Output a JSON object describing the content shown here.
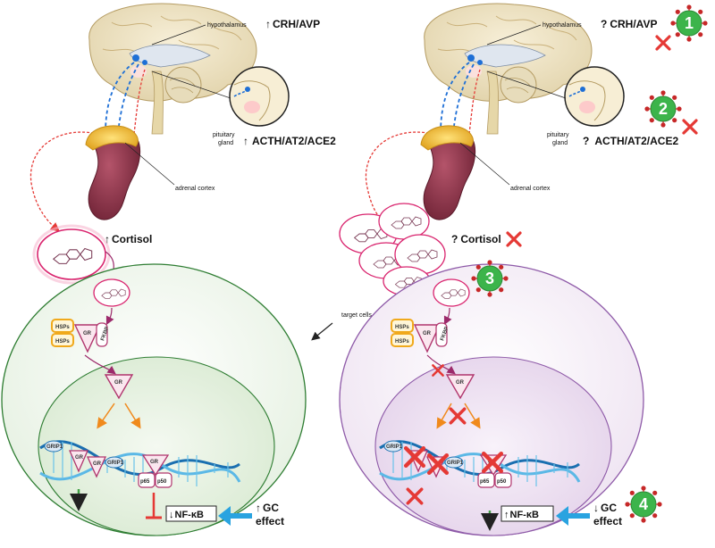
{
  "left_panel": {
    "hypothalamus": "hypothalamus",
    "crh_prefix": "↑",
    "crh": "CRH/AVP",
    "pituitary": "pituitary",
    "gland": "gland",
    "acth_prefix": "↑",
    "acth": "ACTH/AT2/ACE2",
    "adrenal": "adrenal cortex",
    "cortisol_prefix": "↑",
    "cortisol": "Cortisol",
    "nfkb_prefix": "↓",
    "nfkb": "NF-κB",
    "gc_prefix": "↑",
    "gc_line1": "GC",
    "gc_line2": "effect"
  },
  "right_panel": {
    "hypothalamus": "hypothalamus",
    "crh_prefix": "?",
    "crh": "CRH/AVP",
    "pituitary": "pituitary",
    "gland": "gland",
    "acth_prefix": "?",
    "acth": "ACTH/AT2/ACE2",
    "adrenal": "adrenal cortex",
    "cortisol_prefix": "?",
    "cortisol": "Cortisol",
    "nfkb_prefix": "↑",
    "nfkb": "NF-κB",
    "gc_prefix": "↓",
    "gc_line1": "GC",
    "gc_line2": "effect"
  },
  "center": {
    "target_cells": "target cells"
  },
  "molecules": {
    "hsps": "HSPs",
    "gr": "GR",
    "fkbp": "FKBP",
    "grip1": "GRIP1",
    "p65": "p65",
    "p50": "p50"
  },
  "badges": [
    "1",
    "2",
    "3",
    "4"
  ],
  "colors": {
    "brain": "#f1e8cc",
    "adrenal_body": "#8b2f45",
    "adrenal_cap": "#f0c23a",
    "left_cell": "#2e7d32",
    "right_cell": "#8e5aa8",
    "virus": "#3cb44b",
    "block_x": "#e53935",
    "arrow_blue": "#29a3e0"
  }
}
